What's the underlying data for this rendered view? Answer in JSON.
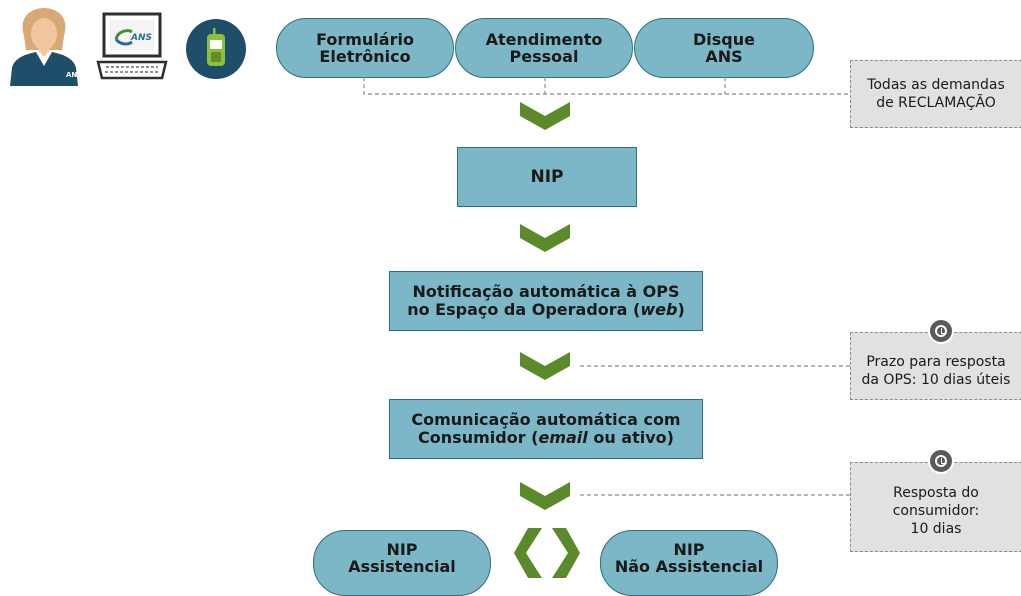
{
  "channels": {
    "form": [
      "Formulário",
      "Eletrônico"
    ],
    "personal": [
      "Atendimento",
      "Pessoal"
    ],
    "phone": [
      "Disque",
      "ANS"
    ]
  },
  "computer_logo": "ANS",
  "attendant_badge": "ANS",
  "notes": {
    "demands": [
      "Todas as demandas",
      "de RECLAMAÇÃO"
    ],
    "ops_deadline": [
      "Prazo para resposta",
      "da OPS: 10 dias úteis"
    ],
    "consumer_deadline": [
      "Resposta do",
      "consumidor:",
      "10 dias"
    ]
  },
  "steps": {
    "nip": "NIP",
    "notification": {
      "line1": "Notificação automática à OPS",
      "line2_prefix": "no Espaço da Operadora (",
      "line2_italic": "web",
      "line2_suffix": ")"
    },
    "communication": {
      "line1": "Comunicação automática com",
      "line2_prefix": "Consumidor (",
      "line2_italic": "email",
      "line2_suffix": " ou ativo)"
    }
  },
  "outcomes": {
    "assistencial": [
      "NIP",
      "Assistencial"
    ],
    "nao_assistencial": [
      "NIP",
      "Não Assistencial"
    ]
  },
  "colors": {
    "box_fill": "#7bb7c6",
    "box_border": "#2d6f82",
    "arrow_green": "#5a8a2a",
    "note_fill": "#e1e1e1",
    "icon_navy": "#1f4e6b"
  },
  "icons": [
    "attendant-icon",
    "computer-icon",
    "mobile-phone-icon",
    "clock-icon",
    "chevron-down-icon"
  ]
}
